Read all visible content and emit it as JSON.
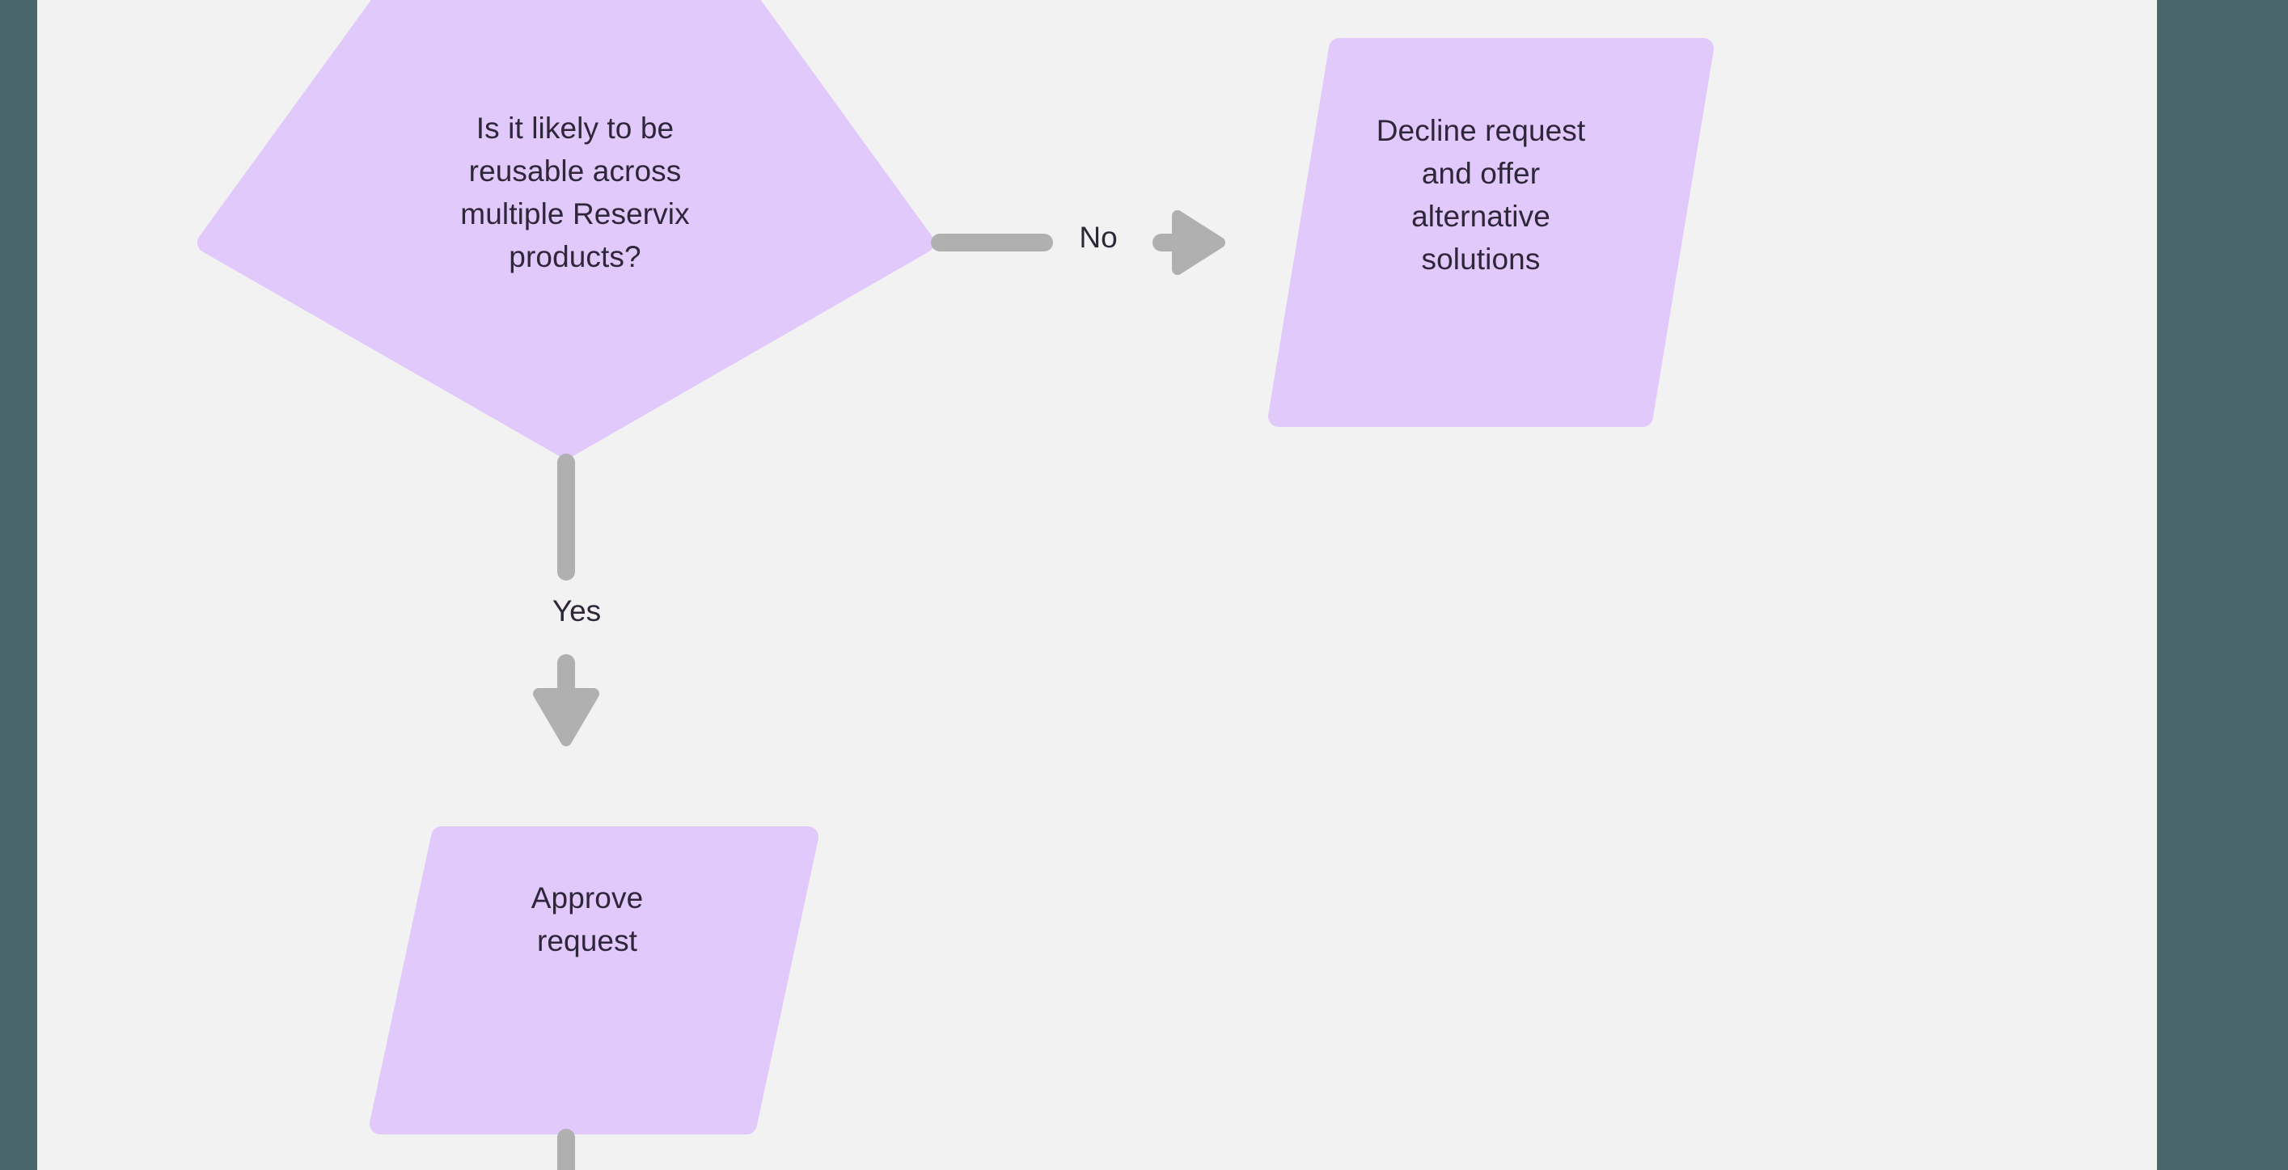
{
  "canvas": {
    "background_color": "#f2f2f2",
    "rail_color": "#4b656d"
  },
  "theme": {
    "node_fill": "#e2c9fc",
    "connector_color": "#b0b0b0",
    "text_color": "#2e2639"
  },
  "diagram": {
    "type": "flowchart",
    "nodes": [
      {
        "id": "decision-reusable",
        "shape": "diamond",
        "text": "Is it likely to be\nreusable across\nmultiple Reservix\nproducts?",
        "fill": "#e2c9fc"
      },
      {
        "id": "decline-request",
        "shape": "parallelogram",
        "text": "Decline request\nand offer\nalternative\nsolutions",
        "fill": "#e2c9fc"
      },
      {
        "id": "approve-request",
        "shape": "parallelogram",
        "text": "Approve\nrequest",
        "fill": "#e2c9fc"
      }
    ],
    "edges": [
      {
        "id": "edge-no",
        "from": "decision-reusable",
        "to": "decline-request",
        "label": "No",
        "direction": "right"
      },
      {
        "id": "edge-yes",
        "from": "decision-reusable",
        "to": "approve-request",
        "label": "Yes",
        "direction": "down"
      },
      {
        "id": "edge-approve-out",
        "from": "approve-request",
        "to": "",
        "label": "",
        "direction": "down"
      }
    ]
  }
}
